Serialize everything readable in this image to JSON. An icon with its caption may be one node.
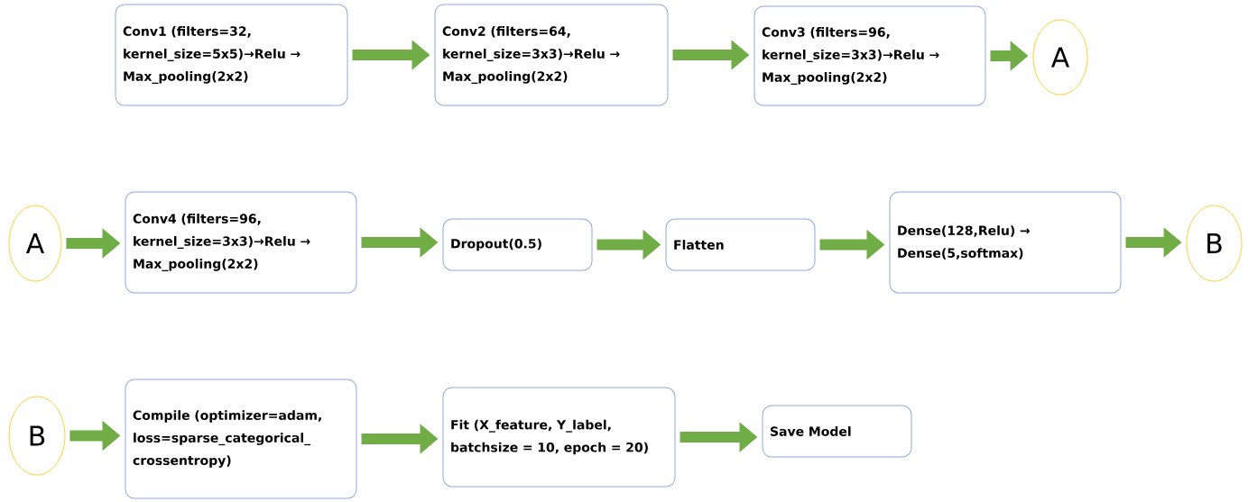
{
  "diagram": {
    "nodes": [
      {
        "text": [
          "Conv1 (filters=32, kernel_size=5x5)→Relu → Max_pooling(2x2)"
        ]
      },
      {
        "text": [
          "Conv2 (filters=64, kernel_size=3x3)→Relu → Max_pooling(2x2)"
        ]
      },
      {
        "text": [
          "Conv3 (filters=96, kernel_size=3x3)→Relu → Max_pooling(2x2)"
        ]
      },
      {
        "text": [
          "A"
        ]
      },
      {
        "text": [
          "A"
        ]
      },
      {
        "text": [
          "Conv4 (filters=96, kernel_size=3x3)→Relu → Max_pooling(2x2)"
        ]
      },
      {
        "text": [
          "Dropout(0.5)"
        ]
      },
      {
        "text": [
          "Flatten"
        ]
      },
      {
        "text": [
          "Dense(128,Relu) → Dense(5,softmax)"
        ]
      },
      {
        "text": [
          "B"
        ]
      },
      {
        "text": [
          "B"
        ]
      },
      {
        "text": [
          "Compile (optimizer=adam, loss=sparse_categorical_crossentropy)"
        ]
      },
      {
        "text": [
          "Fit (X_feature, Y_label, batchsize = 10, epoch = 20)"
        ]
      },
      {
        "text": [
          "Save Model"
        ]
      }
    ],
    "edges": [
      {
        "from": 0,
        "to": 1,
        "arrow": "to"
      },
      {
        "from": 1,
        "to": 2,
        "arrow": "to"
      },
      {
        "from": 2,
        "to": 3,
        "arrow": "to"
      },
      {
        "from": 4,
        "to": 5,
        "arrow": "to"
      },
      {
        "from": 5,
        "to": 6,
        "arrow": "to"
      },
      {
        "from": 6,
        "to": 7,
        "arrow": "to"
      },
      {
        "from": 7,
        "to": 8,
        "arrow": "to"
      },
      {
        "from": 8,
        "to": 9,
        "arrow": "to"
      },
      {
        "from": 10,
        "to": 11,
        "arrow": "to"
      },
      {
        "from": 11,
        "to": 12,
        "arrow": "to"
      },
      {
        "from": 12,
        "to": 13,
        "arrow": "to"
      }
    ]
  }
}
